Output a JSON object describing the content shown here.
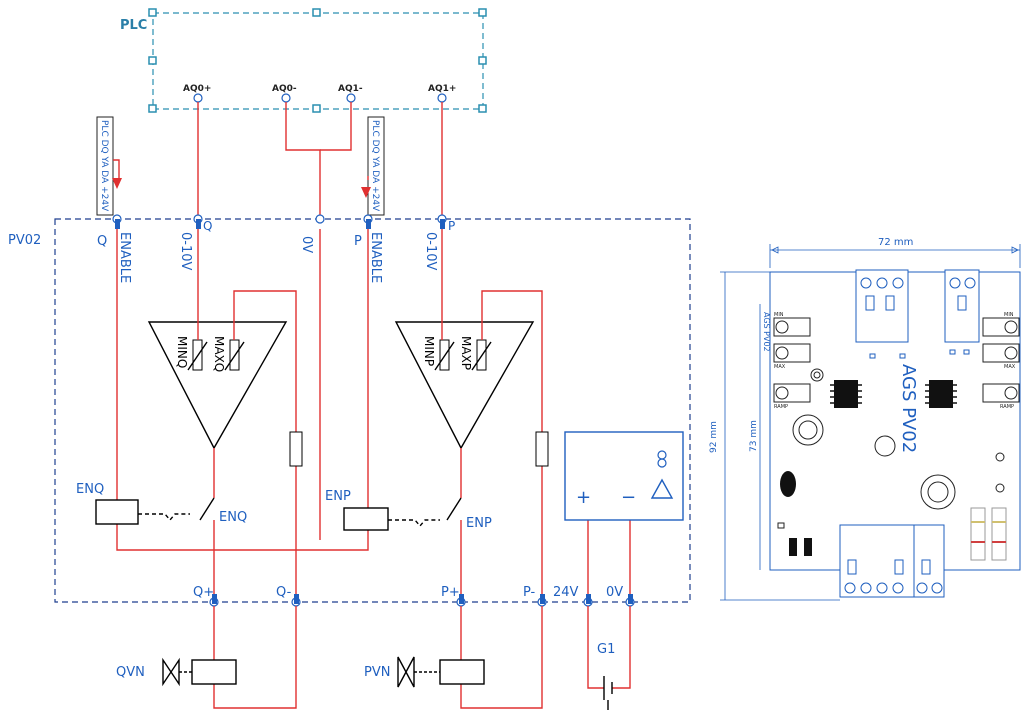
{
  "plc": {
    "title": "PLC",
    "outputs": [
      "AQ0+",
      "AQ0-",
      "AQ1-",
      "AQ1+"
    ]
  },
  "device": {
    "name": "PV02",
    "supply_note_q": "PLC DQ YA DA +24V",
    "supply_note_p": "PLC DQ YA DA +24V",
    "top_pins": [
      "Q",
      "Q",
      "P",
      "P"
    ],
    "top_labels": [
      "ENABLE",
      "0-10V",
      "0V",
      "ENABLE",
      "0-10V"
    ],
    "pot_labels": [
      "MINQ",
      "MAXQ",
      "MINP",
      "MAXP"
    ],
    "relays": [
      "ENQ",
      "ENP"
    ],
    "contacts": [
      "ENQ",
      "ENP"
    ],
    "supply_symbols": [
      "+",
      "−"
    ],
    "bottom_terminals": [
      "Q+",
      "Q-",
      "P+",
      "P-",
      "24V",
      "0V"
    ]
  },
  "field": {
    "valves": [
      "QVN",
      "PVN"
    ],
    "power_supply": "G1"
  },
  "board": {
    "title": "AGS PV02",
    "width_dim": "72 mm",
    "height_outer_dim": "92 mm",
    "height_inner_dim": "73 mm",
    "pot_labels": [
      "MIN",
      "MAX",
      "RAMP",
      "MIN",
      "MAX",
      "RAMP"
    ],
    "side_text": "AGS PV02"
  },
  "colors": {
    "wire": "#e03030",
    "pin": "#1f5fbf",
    "frame": "#1f3f8f",
    "plc_frame": "#2a8fb0"
  }
}
